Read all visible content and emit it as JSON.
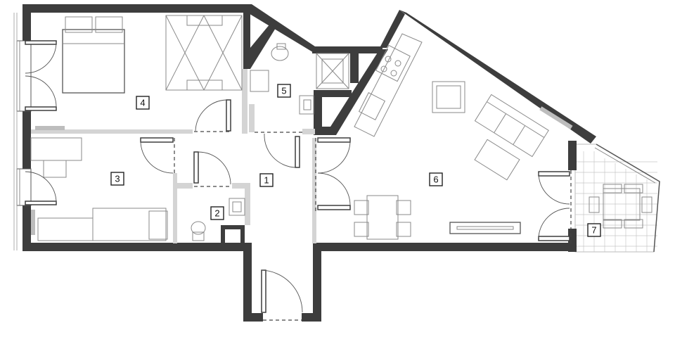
{
  "rooms": [
    {
      "id": "1",
      "label": "1"
    },
    {
      "id": "2",
      "label": "2"
    },
    {
      "id": "3",
      "label": "3"
    },
    {
      "id": "4",
      "label": "4"
    },
    {
      "id": "5",
      "label": "5"
    },
    {
      "id": "6",
      "label": "6"
    },
    {
      "id": "7",
      "label": "7"
    }
  ]
}
